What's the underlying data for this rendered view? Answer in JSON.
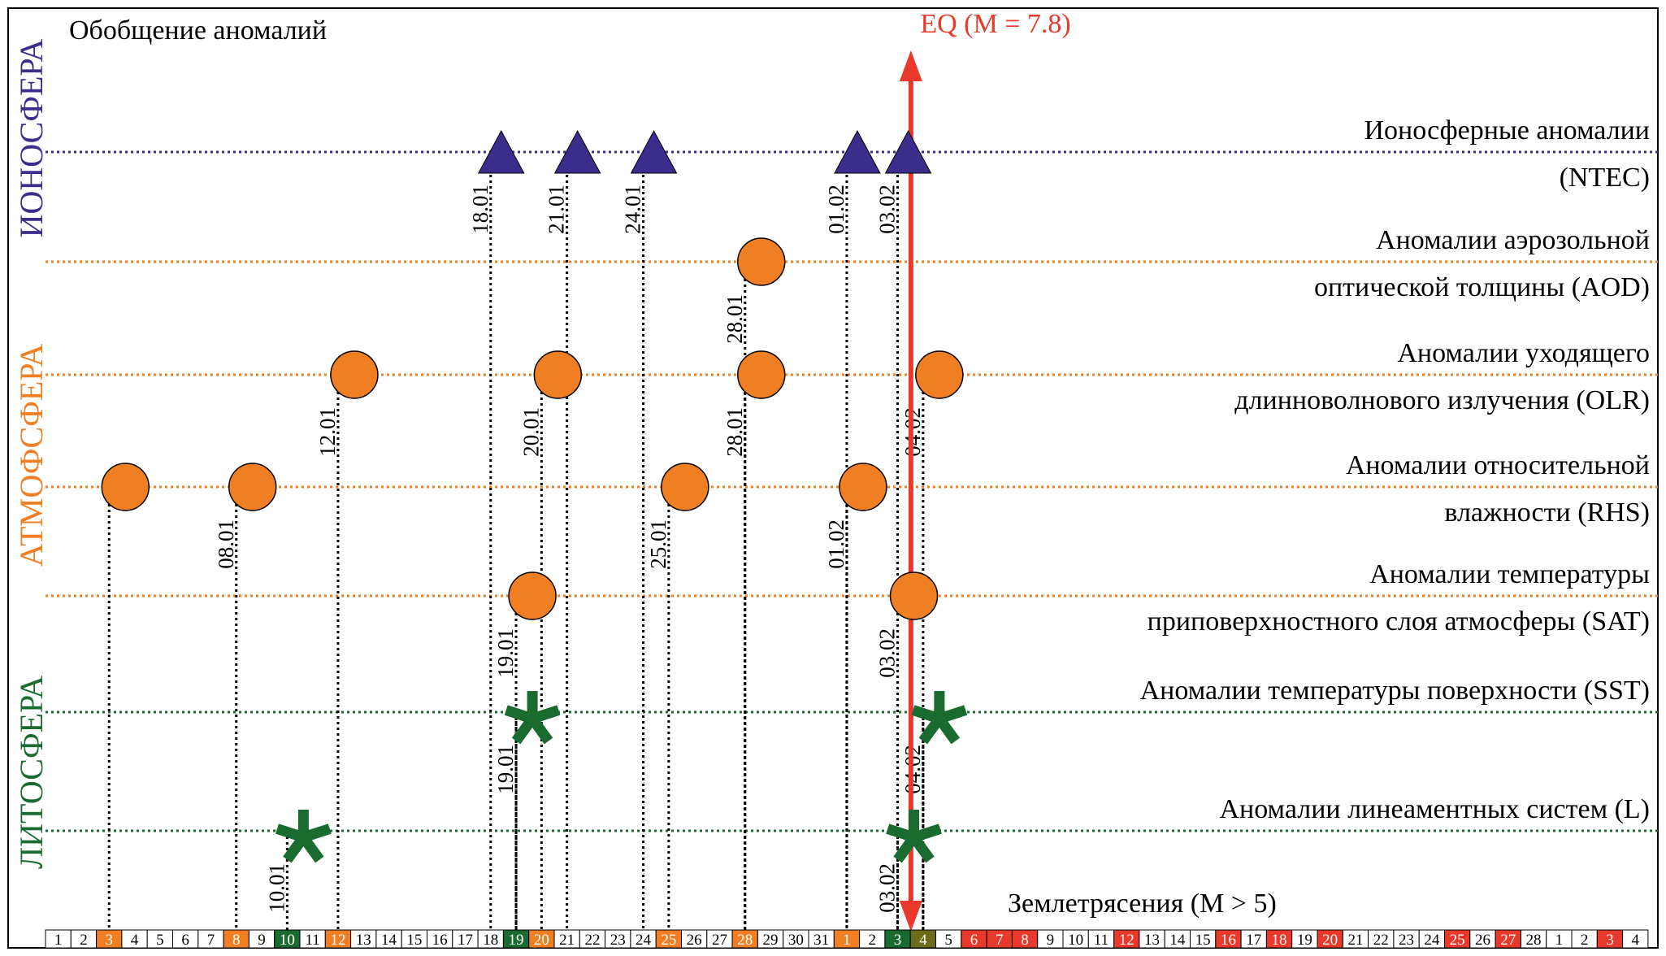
{
  "title": "Обобщение аномалий",
  "spheres": [
    {
      "name": "ИОНОСФЕРА",
      "color": "#3a2d8c"
    },
    {
      "name": "АТМОФСФЕРА",
      "color": "#f07f23"
    },
    {
      "name": "ЛИТОСФЕРА",
      "color": "#1a6b2f"
    }
  ],
  "eq_label": "EQ (M = 7.8)",
  "eq_day_index": 34.5,
  "rows": [
    {
      "key": "ntec",
      "line1": "Ионосферные аномалии",
      "line2": "(NTEC)",
      "color": "#3a2d8c",
      "marker": "triangle",
      "events": [
        {
          "day": 18,
          "label": "18.01"
        },
        {
          "day": 21,
          "label": "21.01"
        },
        {
          "day": 24,
          "label": "24.01"
        },
        {
          "day": 32,
          "label": "01.02"
        },
        {
          "day": 34,
          "label": "03.02"
        }
      ]
    },
    {
      "key": "aod",
      "line1": "Аномалии аэрозольной",
      "line2": "оптической толщины (AOD)",
      "color": "#f07f23",
      "marker": "circle",
      "events": [
        {
          "day": 28,
          "label": "28.01"
        }
      ]
    },
    {
      "key": "olr",
      "line1": "Аномалии уходящего",
      "line2": "длинноволнового излучения (OLR)",
      "color": "#f07f23",
      "marker": "circle",
      "events": [
        {
          "day": 12,
          "label": "12.01"
        },
        {
          "day": 20,
          "label": "20.01"
        },
        {
          "day": 28,
          "label": "28.01"
        },
        {
          "day": 35,
          "label": "04.02"
        }
      ]
    },
    {
      "key": "rhs",
      "line1": "Аномалии относительной",
      "line2": "влажности (RHS)",
      "color": "#f07f23",
      "marker": "circle",
      "events": [
        {
          "day": 3,
          "label": ""
        },
        {
          "day": 8,
          "label": "08.01"
        },
        {
          "day": 25,
          "label": "25.01"
        },
        {
          "day": 32,
          "label": "01.02"
        }
      ]
    },
    {
      "key": "sat",
      "line1": "Аномалии температуры",
      "line2": "приповерхностного слоя атмосферы (SAT)",
      "color": "#f07f23",
      "marker": "circle",
      "events": [
        {
          "day": 19,
          "label": "19.01"
        },
        {
          "day": 34,
          "label": "03.02"
        }
      ]
    },
    {
      "key": "sst",
      "line1": "Аномалии температуры поверхности (SST)",
      "line2": "",
      "color": "#1a6b2f",
      "marker": "star",
      "events": [
        {
          "day": 19,
          "label": "19.01"
        },
        {
          "day": 35,
          "label": "04.02"
        }
      ]
    },
    {
      "key": "l",
      "line1": "Аномалии линеаментных систем (L)",
      "line2": "",
      "color": "#1a6b2f",
      "marker": "star",
      "events": [
        {
          "day": 10,
          "label": "10.01"
        },
        {
          "day": 34,
          "label": "03.02"
        }
      ]
    }
  ],
  "earthquakes_label": "Землетрясения (M > 5)",
  "days": [
    {
      "label": "1",
      "fill": "none"
    },
    {
      "label": "2",
      "fill": "none"
    },
    {
      "label": "3",
      "fill": "orange"
    },
    {
      "label": "4",
      "fill": "none"
    },
    {
      "label": "5",
      "fill": "none"
    },
    {
      "label": "6",
      "fill": "none"
    },
    {
      "label": "7",
      "fill": "none"
    },
    {
      "label": "8",
      "fill": "orange"
    },
    {
      "label": "9",
      "fill": "none"
    },
    {
      "label": "10",
      "fill": "green"
    },
    {
      "label": "11",
      "fill": "none"
    },
    {
      "label": "12",
      "fill": "orange"
    },
    {
      "label": "13",
      "fill": "none"
    },
    {
      "label": "14",
      "fill": "none"
    },
    {
      "label": "15",
      "fill": "none"
    },
    {
      "label": "16",
      "fill": "none"
    },
    {
      "label": "17",
      "fill": "none"
    },
    {
      "label": "18",
      "fill": "none"
    },
    {
      "label": "19",
      "fill": "green"
    },
    {
      "label": "20",
      "fill": "orange"
    },
    {
      "label": "21",
      "fill": "none"
    },
    {
      "label": "22",
      "fill": "none"
    },
    {
      "label": "23",
      "fill": "none"
    },
    {
      "label": "24",
      "fill": "none"
    },
    {
      "label": "25",
      "fill": "orange"
    },
    {
      "label": "26",
      "fill": "none"
    },
    {
      "label": "27",
      "fill": "none"
    },
    {
      "label": "28",
      "fill": "orange"
    },
    {
      "label": "29",
      "fill": "none"
    },
    {
      "label": "30",
      "fill": "none"
    },
    {
      "label": "31",
      "fill": "none"
    },
    {
      "label": "1",
      "fill": "orange"
    },
    {
      "label": "2",
      "fill": "none"
    },
    {
      "label": "3",
      "fill": "green"
    },
    {
      "label": "4",
      "fill": "olive"
    },
    {
      "label": "5",
      "fill": "none"
    },
    {
      "label": "6",
      "fill": "red"
    },
    {
      "label": "7",
      "fill": "red"
    },
    {
      "label": "8",
      "fill": "red"
    },
    {
      "label": "9",
      "fill": "none"
    },
    {
      "label": "10",
      "fill": "none"
    },
    {
      "label": "11",
      "fill": "none"
    },
    {
      "label": "12",
      "fill": "red"
    },
    {
      "label": "13",
      "fill": "none"
    },
    {
      "label": "14",
      "fill": "none"
    },
    {
      "label": "15",
      "fill": "none"
    },
    {
      "label": "16",
      "fill": "red"
    },
    {
      "label": "17",
      "fill": "none"
    },
    {
      "label": "18",
      "fill": "red"
    },
    {
      "label": "19",
      "fill": "none"
    },
    {
      "label": "20",
      "fill": "red"
    },
    {
      "label": "21",
      "fill": "none"
    },
    {
      "label": "22",
      "fill": "none"
    },
    {
      "label": "23",
      "fill": "none"
    },
    {
      "label": "24",
      "fill": "none"
    },
    {
      "label": "25",
      "fill": "red"
    },
    {
      "label": "26",
      "fill": "none"
    },
    {
      "label": "27",
      "fill": "red"
    },
    {
      "label": "28",
      "fill": "none"
    },
    {
      "label": "1",
      "fill": "none"
    },
    {
      "label": "2",
      "fill": "none"
    },
    {
      "label": "3",
      "fill": "red"
    },
    {
      "label": "4",
      "fill": "none"
    }
  ],
  "colors": {
    "orange": "#f07f23",
    "green": "#1a6b2f",
    "olive": "#6b6b1a",
    "red": "#e8392b",
    "purple": "#3a2d8c",
    "eq": "#e8392b"
  }
}
